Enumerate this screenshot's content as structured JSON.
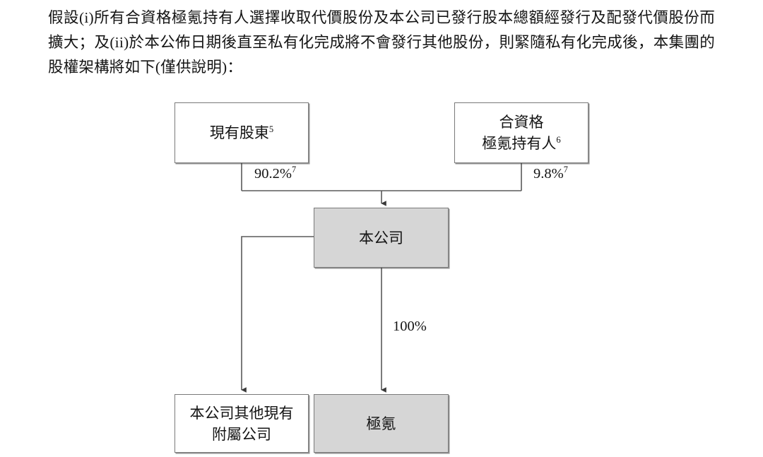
{
  "document": {
    "paragraph": "假設(i)所有合資格極氪持有人選擇收取代價股份及本公司已發行股本總額經發行及配發代價股份而擴大；及(ii)於本公佈日期後直至私有化完成將不會發行其他股份，則緊隨私有化完成後，本集團的股權架構將如下(僅供說明)："
  },
  "diagram": {
    "type": "org-chart",
    "colors": {
      "shaded_fill": "#d6d6d6",
      "box_border": "#7a7a7a",
      "line": "#5a5a5a",
      "text": "#141414",
      "page_background": "#ffffff"
    },
    "nodes": [
      {
        "id": "existing-shareholders",
        "label": "現有股東",
        "footnote": "5",
        "shaded": false
      },
      {
        "id": "eligible-holders",
        "label_line1": "合資格",
        "label_line2": "極氪持有人",
        "footnote": "6",
        "shaded": false
      },
      {
        "id": "company",
        "label": "本公司",
        "shaded": true
      },
      {
        "id": "other-subsidiaries",
        "label_line1": "本公司其他現有",
        "label_line2": "附屬公司",
        "shaded": false
      },
      {
        "id": "zeekr",
        "label": "極氪",
        "shaded": true
      }
    ],
    "edges": [
      {
        "id": "existing-to-company",
        "from": "existing-shareholders",
        "to": "company",
        "percent": "90.2%",
        "footnote": "7"
      },
      {
        "id": "eligible-to-company",
        "from": "eligible-holders",
        "to": "company",
        "percent": "9.8%",
        "footnote": "7"
      },
      {
        "id": "company-to-subsidiaries",
        "from": "company",
        "to": "other-subsidiaries",
        "percent": "",
        "footnote": ""
      },
      {
        "id": "company-to-zeekr",
        "from": "company",
        "to": "zeekr",
        "percent": "100%",
        "footnote": ""
      }
    ]
  }
}
